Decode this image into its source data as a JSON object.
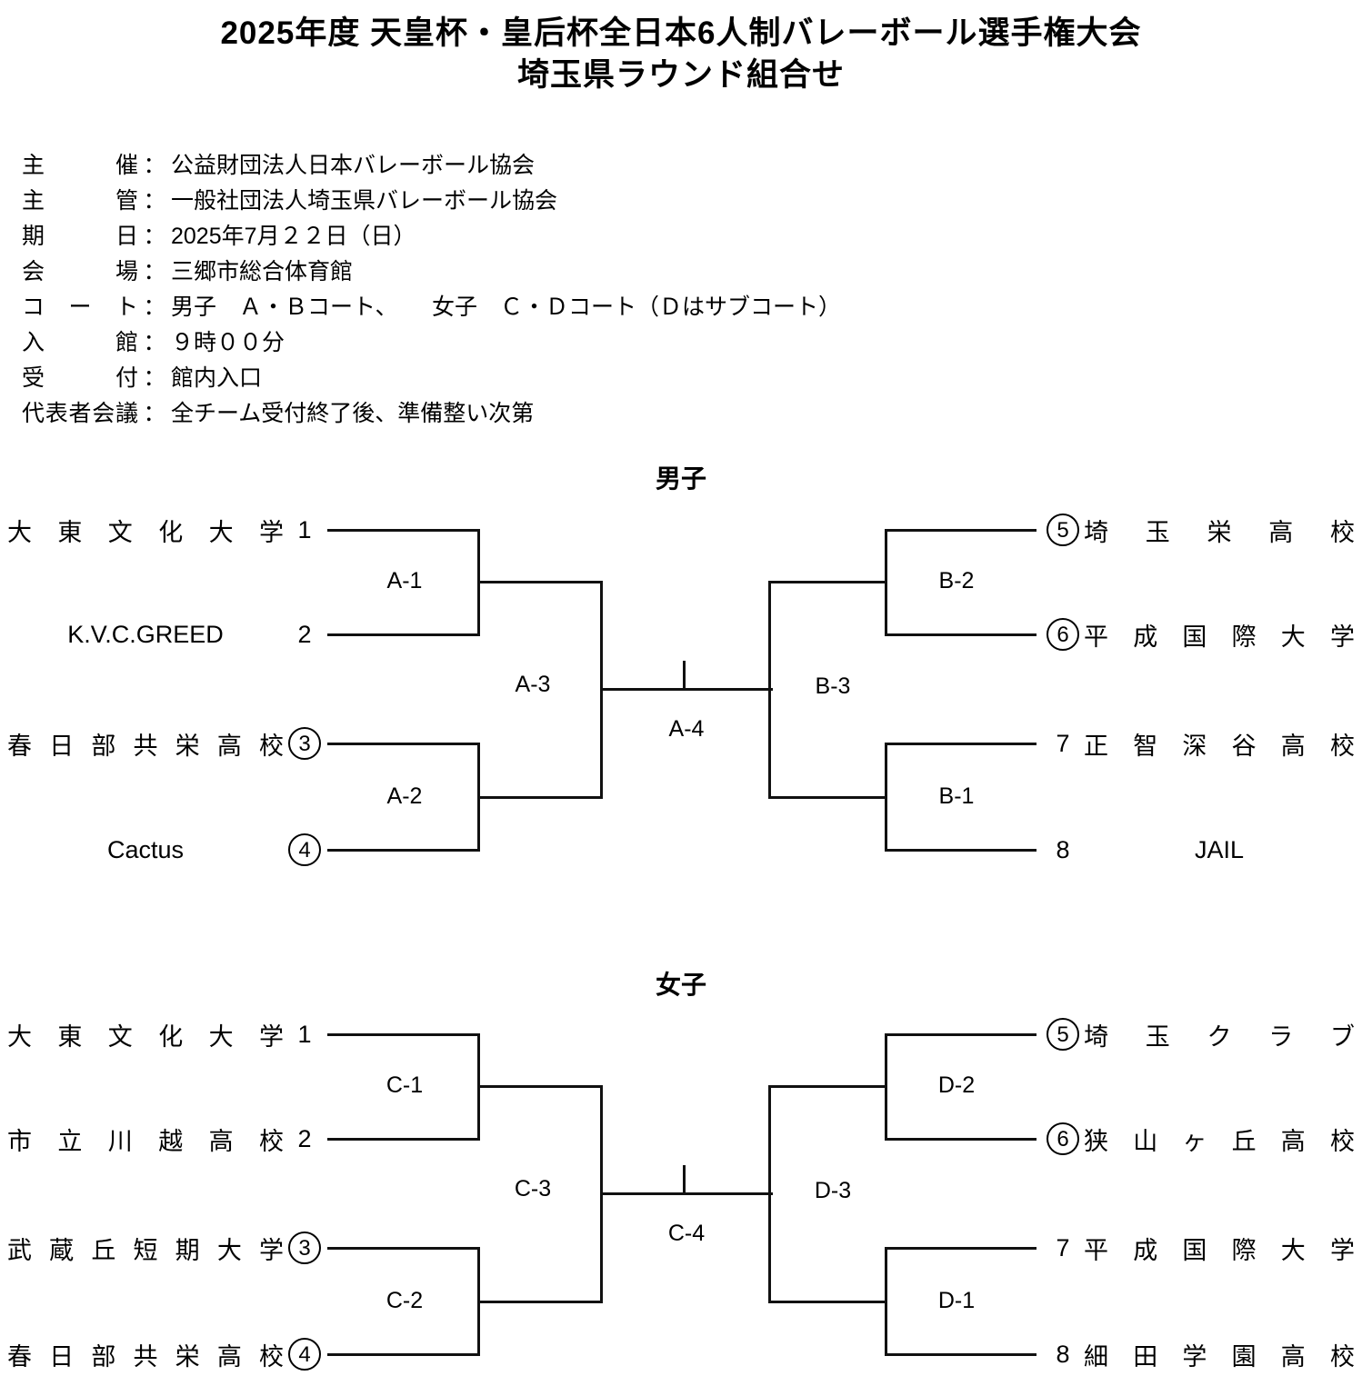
{
  "title": {
    "line1": "2025年度 天皇杯・皇后杯全日本6人制バレーボール選手権大会",
    "line2": "埼玉県ラウンド組合せ"
  },
  "info": {
    "rows": [
      {
        "label": "主催",
        "colon": "：",
        "value": "公益財団法人日本バレーボール協会"
      },
      {
        "label": "主管",
        "colon": "：",
        "value": "一般社団法人埼玉県バレーボール協会"
      },
      {
        "label": "期日",
        "colon": "：",
        "value": "2025年7月２２日（日）"
      },
      {
        "label": "会場",
        "colon": "：",
        "value": "三郷市総合体育館"
      },
      {
        "label": "コート",
        "colon": "：",
        "value": "男子　Ａ・Ｂコート、　　女子　Ｃ・Ｄコート（Ｄはサブコート）"
      },
      {
        "label": "入館",
        "colon": "：",
        "value": "９時００分"
      },
      {
        "label": "受付",
        "colon": "：",
        "value": "館内入口"
      },
      {
        "label": "代表者会議",
        "colon": "：",
        "value": "全チーム受付終了後、準備整い次第"
      }
    ]
  },
  "men": {
    "header": "男子",
    "teams": {
      "t1": {
        "name": "大東文化大学",
        "seed": "1",
        "circled": false
      },
      "t2": {
        "name": "K.V.C.GREED",
        "seed": "2",
        "circled": false
      },
      "t3": {
        "name": "春日部共栄高校",
        "seed": "3",
        "circled": true
      },
      "t4": {
        "name": "Cactus",
        "seed": "4",
        "circled": true
      },
      "t5": {
        "name": "埼玉栄高校",
        "seed": "5",
        "circled": true
      },
      "t6": {
        "name": "平成国際大学",
        "seed": "6",
        "circled": true
      },
      "t7": {
        "name": "正智深谷高校",
        "seed": "7",
        "circled": false
      },
      "t8": {
        "name": "JAIL",
        "seed": "8",
        "circled": false
      }
    },
    "matches": {
      "top_left": "A-1",
      "bottom_left": "A-2",
      "semi_left": "A-3",
      "final": "A-4",
      "top_right": "B-2",
      "bottom_right": "B-1",
      "semi_right": "B-3"
    }
  },
  "women": {
    "header": "女子",
    "teams": {
      "t1": {
        "name": "大東文化大学",
        "seed": "1",
        "circled": false
      },
      "t2": {
        "name": "市立川越高校",
        "seed": "2",
        "circled": false
      },
      "t3": {
        "name": "武蔵丘短期大学",
        "seed": "3",
        "circled": true
      },
      "t4": {
        "name": "春日部共栄高校",
        "seed": "4",
        "circled": true
      },
      "t5": {
        "name": "埼玉クラブ",
        "seed": "5",
        "circled": true
      },
      "t6": {
        "name": "狭山ヶ丘高校",
        "seed": "6",
        "circled": true
      },
      "t7": {
        "name": "平成国際大学",
        "seed": "7",
        "circled": false
      },
      "t8": {
        "name": "細田学園高校",
        "seed": "8",
        "circled": false
      }
    },
    "matches": {
      "top_left": "C-1",
      "bottom_left": "C-2",
      "semi_left": "C-3",
      "final": "C-4",
      "top_right": "D-2",
      "bottom_right": "D-1",
      "semi_right": "D-3"
    }
  }
}
